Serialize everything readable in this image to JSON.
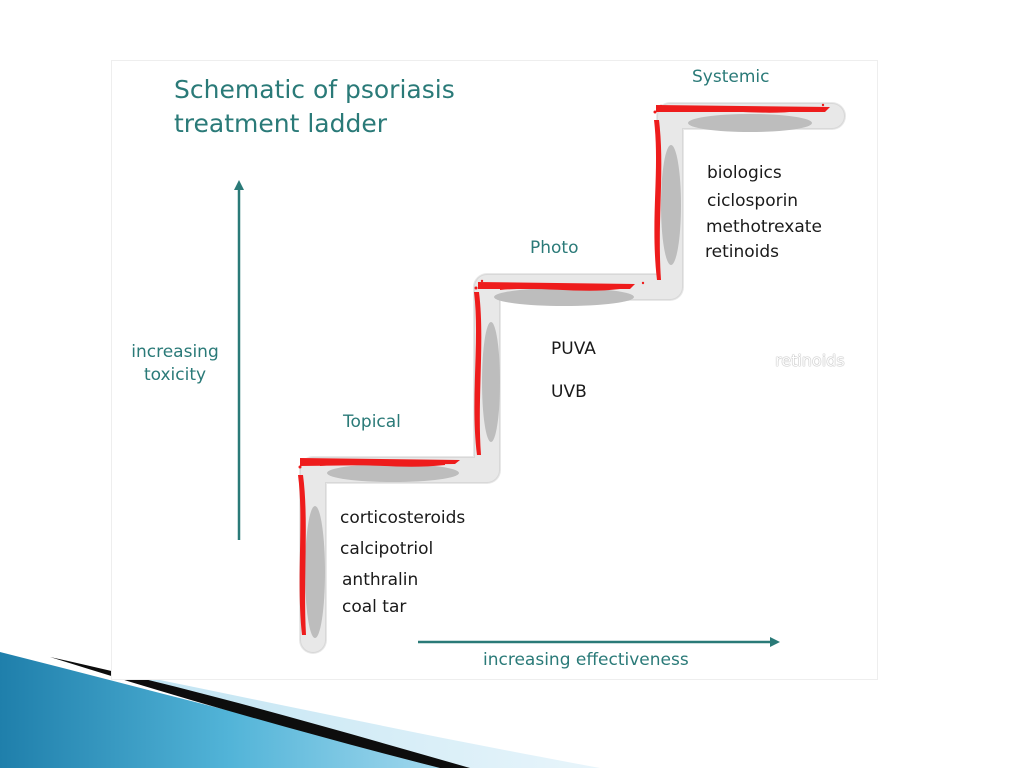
{
  "title": {
    "line1": "Schematic of psoriasis",
    "line2": "treatment ladder"
  },
  "tiers": [
    {
      "label": "Topical",
      "drugs": [
        "corticosteroids",
        "calcipotriol",
        "anthralin",
        "coal tar"
      ]
    },
    {
      "label": "Photo",
      "drugs": [
        "PUVA",
        "UVB"
      ]
    },
    {
      "label": "Systemic",
      "drugs": [
        "biologics",
        "ciclosporin",
        "methotrexate",
        "retinoids"
      ]
    }
  ],
  "axes": {
    "y_label": [
      "increasing",
      "toxicity"
    ],
    "x_label": "increasing effectiveness"
  },
  "ghost_label": "retinoids",
  "colors": {
    "accent": "#2a7a78",
    "stair_outer": "#e6e6e6",
    "stair_inner": "#bdbdbd",
    "highlight": "#ee1c1c",
    "footer_dark": "#0d0d0d",
    "footer_blue": "#3a9fc8"
  }
}
